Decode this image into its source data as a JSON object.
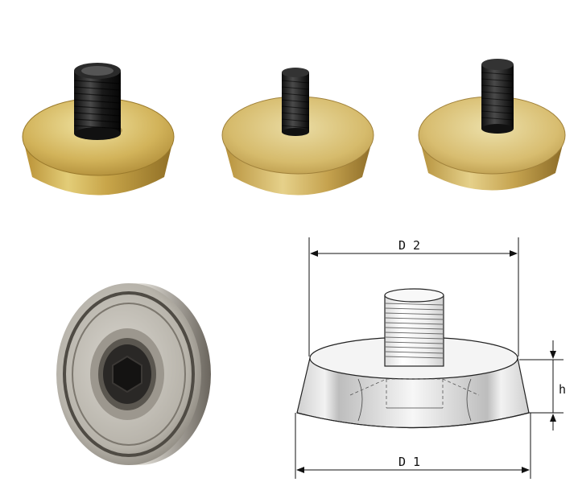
{
  "products": [
    {
      "name": "mount-with-large-stud",
      "finish": "yellow-zinc"
    },
    {
      "name": "mount-with-small-stud",
      "finish": "yellow-zinc"
    },
    {
      "name": "mount-with-medium-stud",
      "finish": "yellow-zinc"
    },
    {
      "name": "mount-bottom-view",
      "finish": "silver"
    }
  ],
  "diagram": {
    "label_d2": "D 2",
    "label_d1": "D 1",
    "label_h": "h"
  },
  "colors": {
    "zinc_light": "#e9d98a",
    "zinc_mid": "#c9a64a",
    "zinc_dark": "#8a6a22",
    "bolt": "#1b1b1b",
    "silver_light": "#e6e4df",
    "silver_mid": "#a9a59c",
    "silver_dark": "#5e5a53"
  }
}
